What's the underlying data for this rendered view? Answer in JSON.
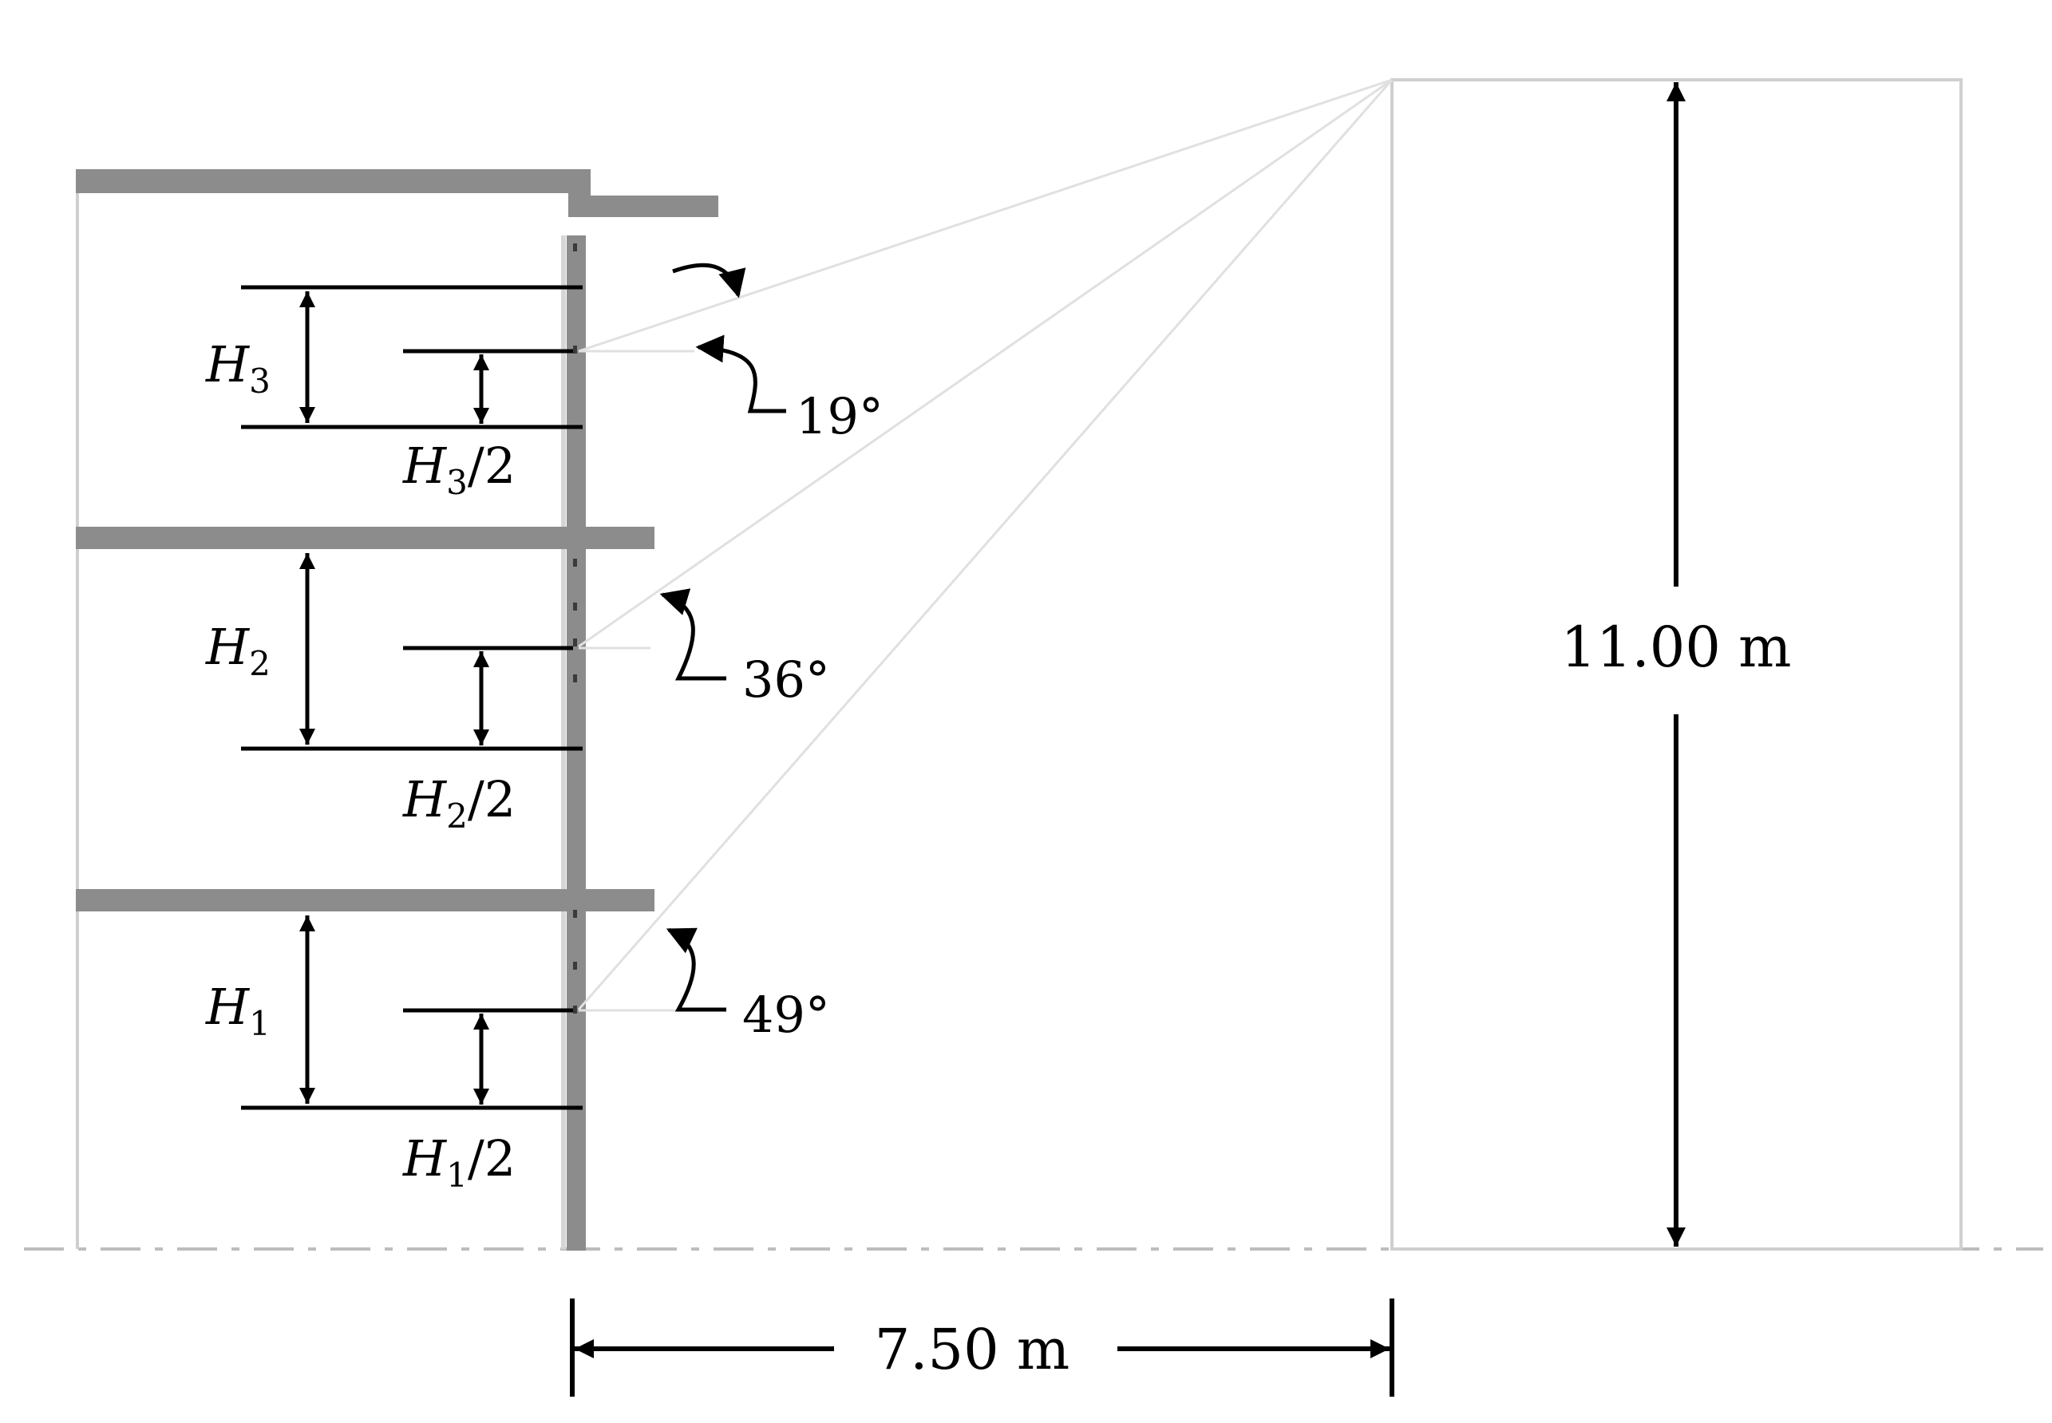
{
  "floors": [
    {
      "h_label": "H",
      "h_sub": "1",
      "half_label_prefix": "H",
      "half_sub": "1",
      "half_suffix": "/2",
      "angle": "49°"
    },
    {
      "h_label": "H",
      "h_sub": "2",
      "half_label_prefix": "H",
      "half_sub": "2",
      "half_suffix": "/2",
      "angle": "36°"
    },
    {
      "h_label": "H",
      "h_sub": "3",
      "half_label_prefix": "H",
      "half_sub": "3",
      "half_suffix": "/2",
      "angle": "19°"
    }
  ],
  "obstruction_height": "11.00 m",
  "separation_distance": "7.50 m",
  "colors": {
    "slab": "#8c8c8c",
    "wall_outline": "#cfcfcf",
    "sight_line": "#dcdcdc",
    "ground": "#bdbdbd",
    "dimension": "#000000"
  }
}
